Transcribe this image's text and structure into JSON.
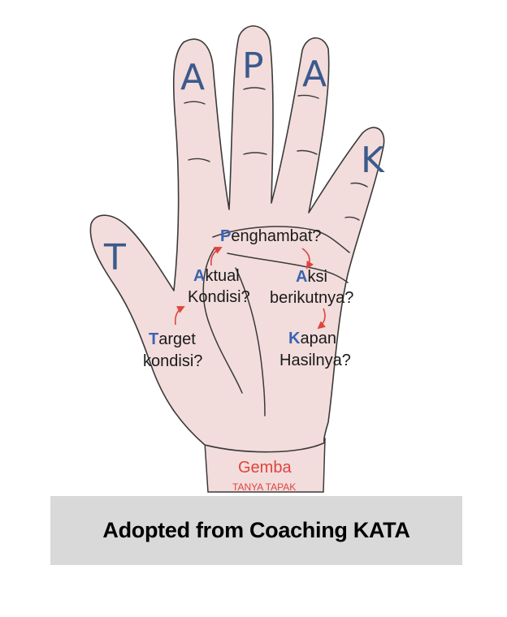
{
  "finger_letters": {
    "thumb": "T",
    "index": "A",
    "middle": "P",
    "ring": "A",
    "pinky": "K"
  },
  "steps": {
    "target": {
      "initial": "T",
      "rest": "arget",
      "line2": "kondisi?"
    },
    "aktual": {
      "initial": "A",
      "rest": "ktual",
      "line2": "Kondisi?"
    },
    "penghambat": {
      "initial": "P",
      "rest": "enghambat?"
    },
    "aksi": {
      "initial": "A",
      "rest": "ksi",
      "line2": "berikutnya?"
    },
    "kapan": {
      "initial": "K",
      "rest": "apan",
      "line2": "Hasilnya?"
    }
  },
  "wrist": {
    "title": "Gemba",
    "subtitle": "TANYA TAPAK"
  },
  "caption": "Adopted from Coaching KATA",
  "colors": {
    "hand_fill": "#f2dcdc",
    "outline": "#3a3a3a",
    "letters": "#3b5a8c",
    "arrows": "#e0443c",
    "caption_bg": "#d9d9d9"
  }
}
